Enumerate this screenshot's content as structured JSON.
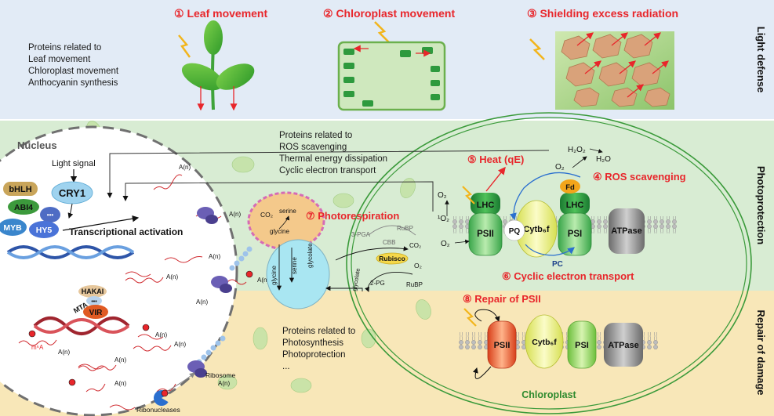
{
  "panels": {
    "light_defense": "Light defense",
    "photoprotection": "Photoprotection",
    "repair": "Repair of damage"
  },
  "top": {
    "leaf_movement": "① Leaf movement",
    "chloroplast_movement": "② Chloroplast movement",
    "shielding": "③ Shielding excess radiation",
    "proteins": [
      "Proteins related to",
      "Leaf movement",
      "Chloroplast movement",
      "Anthocyanin synthesis"
    ]
  },
  "nucleus": {
    "title": "Nucleus",
    "light_signal": "Light signal",
    "cry1": "CRY1",
    "bhlh": "bHLH",
    "abi4": "ABI4",
    "myb": "MYB",
    "hy5": "HY5",
    "dots": "•••",
    "transcriptional": "Transcriptional activation",
    "hakai": "HAKAI",
    "mta": "MTA",
    "vir": "VIR",
    "m6a": "m⁶A"
  },
  "mrna": {
    "tail": "A(n)"
  },
  "photoprotection_proteins": [
    "Proteins related to",
    "ROS scavenging",
    "Thermal energy dissipation",
    "Cyclic electron transport"
  ],
  "repair_proteins": [
    "Proteins related to",
    "Photosynthesis",
    "Photoprotection",
    "..."
  ],
  "labels": {
    "heat": "⑤ Heat (qE)",
    "ros": "④ ROS scavenging",
    "photorespiration": "⑦ Photorespiration",
    "cyclic": "⑥ Cyclic electron transport",
    "repair_psii": "⑧ Repair of PSII",
    "chloroplast": "Chloroplast",
    "ribosome": "Ribosome",
    "ribonucleases": "Ribonucleases"
  },
  "complexes": {
    "lhc": "LHC",
    "psii": "PSII",
    "psi": "PSI",
    "cyt": "Cytb₆f",
    "atpase": "ATPase",
    "pq": "PQ",
    "pc": "PC",
    "fd": "Fd"
  },
  "chem": {
    "h2o2": "H₂O₂",
    "h2o": "H₂O",
    "o2": "O₂",
    "singlet_o2": "¹O₂",
    "co2": "CO₂",
    "serine": "serine",
    "glycine": "glycine",
    "glycolate": "glycolate",
    "pga": "3-PGA",
    "cbb": "CBB",
    "rubp": "RuBP",
    "rubisco": "Rubisco",
    "pg2": "2-PG"
  },
  "colors": {
    "light_defense_bg": "#e2ebf6",
    "photoprotection_bg": "#d8ecd3",
    "repair_bg": "#f8e7b8",
    "accent_red": "#e8262b",
    "lhc_green": "#1f8f3a",
    "cyt_yellow": "#f1f39a",
    "atpase_gray": "#8e8e8e",
    "psii_repair_orange": "#e8491d"
  }
}
